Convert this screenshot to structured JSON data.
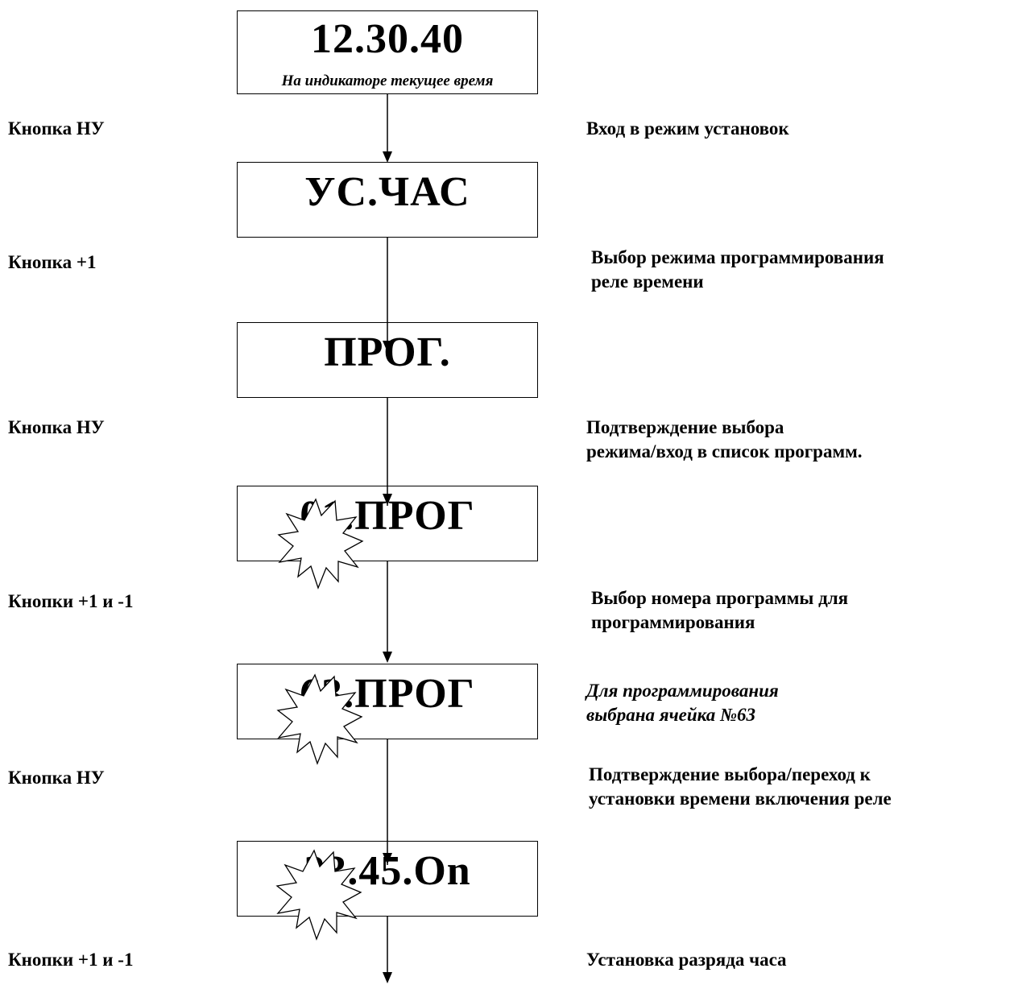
{
  "boxes": [
    {
      "display": "12.30.40",
      "caption": "На индикаторе текущее время"
    },
    {
      "display": "УС.ЧАС"
    },
    {
      "display": "ПРОГ."
    },
    {
      "display": "01.ПРОГ"
    },
    {
      "display": "63.ПРОГ"
    },
    {
      "display": "23.45.On"
    }
  ],
  "buttons": [
    "Кнопка НУ",
    "Кнопка +1",
    "Кнопка НУ",
    "Кнопки +1 и -1",
    "Кнопка НУ",
    "Кнопки +1 и -1"
  ],
  "descriptions": [
    {
      "lines": [
        "Вход в режим установок"
      ]
    },
    {
      "lines": [
        "Выбор режима программирования",
        "реле времени"
      ]
    },
    {
      "lines": [
        "Подтверждение выбора",
        "режима/вход в список программ."
      ]
    },
    {
      "lines": [
        "Выбор номера программы для",
        "программирования"
      ]
    },
    {
      "lines": [
        "Для программирования",
        "выбрана ячейка №63"
      ]
    },
    {
      "lines": [
        "Подтверждение выбора/переход к",
        "установки времени включения реле"
      ]
    },
    {
      "lines": [
        "Установка разряда часа"
      ]
    }
  ]
}
